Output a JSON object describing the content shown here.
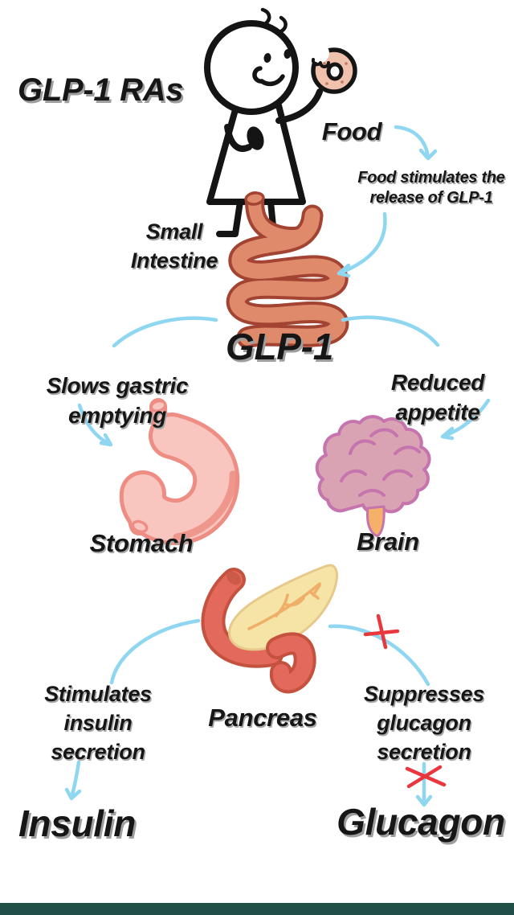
{
  "title": "GLP-1 RAs",
  "nodes": {
    "food": "Food",
    "food_note": [
      "Food stimulates the",
      "release of GLP-1"
    ],
    "small_intestine": [
      "Small",
      "Intestine"
    ],
    "glp1": "GLP-1",
    "stomach_effect": [
      "Slows gastric",
      "emptying"
    ],
    "brain_effect": [
      "Reduced",
      "appetite"
    ],
    "stomach": "Stomach",
    "brain": "Brain",
    "pancreas": "Pancreas",
    "insulin_effect": [
      "Stimulates",
      "insulin",
      "secretion"
    ],
    "glucagon_effect": [
      "Suppresses",
      "glucagon",
      "secretion"
    ],
    "insulin": "Insulin",
    "glucagon": "Glucagon"
  },
  "colors": {
    "arrow_blue": "#8FD7F0",
    "cross_red": "#E8383D",
    "text": "#161616",
    "text_shadow": "#9E9E9E",
    "intestine_fill": "#E08A6C",
    "intestine_outline": "#A34433",
    "stomach_fill": "#F9C5BF",
    "stomach_outline": "#ED8D84",
    "brain_fill": "#D9A3B3",
    "brain_outline": "#C674AE",
    "brainstem": "#F5B169",
    "pancreas_fill": "#F6E3A6",
    "pancreas_duct": "#EFAF68",
    "duodenum_fill": "#E2695B",
    "duodenum_outline": "#C5513F",
    "donut_fill": "#F0C2AE",
    "footer_bar": "#1F4F47",
    "figure_ink": "#141414"
  }
}
